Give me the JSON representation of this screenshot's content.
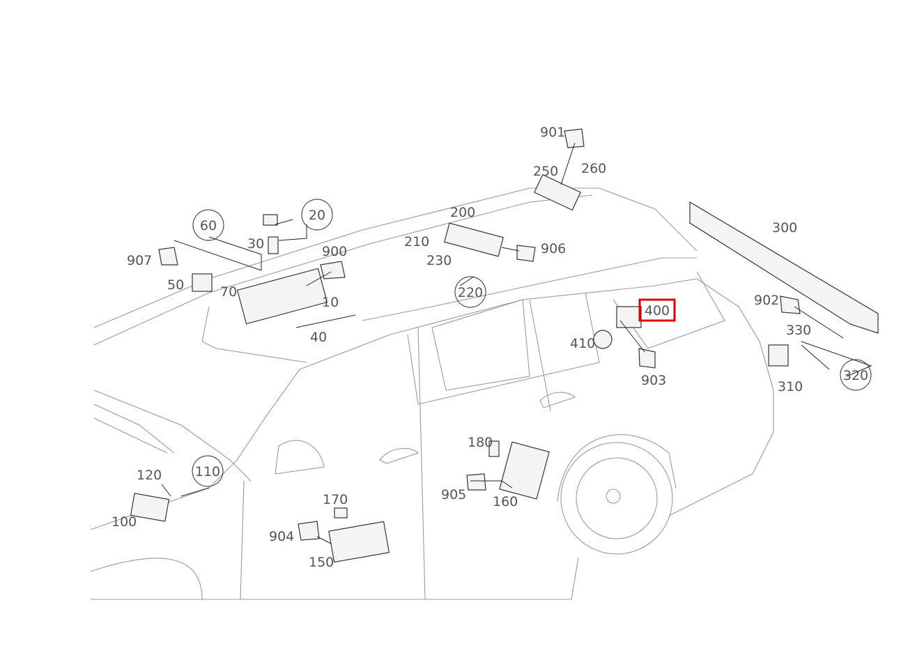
{
  "diagram": {
    "highlight_color": "#e00000",
    "callouts": [
      {
        "text": "901"
      },
      {
        "text": "250"
      },
      {
        "text": "260"
      },
      {
        "text": "300"
      },
      {
        "text": "200"
      },
      {
        "text": "210"
      },
      {
        "text": "906"
      },
      {
        "text": "230"
      },
      {
        "text": "220",
        "circled": true
      },
      {
        "text": "60",
        "circled": true
      },
      {
        "text": "20",
        "circled": true
      },
      {
        "text": "30"
      },
      {
        "text": "900"
      },
      {
        "text": "907"
      },
      {
        "text": "50"
      },
      {
        "text": "70"
      },
      {
        "text": "10"
      },
      {
        "text": "40"
      },
      {
        "text": "400",
        "highlighted": true
      },
      {
        "text": "410"
      },
      {
        "text": "903"
      },
      {
        "text": "902"
      },
      {
        "text": "330"
      },
      {
        "text": "320",
        "circled": true
      },
      {
        "text": "310"
      },
      {
        "text": "180"
      },
      {
        "text": "905"
      },
      {
        "text": "160"
      },
      {
        "text": "120"
      },
      {
        "text": "110",
        "circled": true
      },
      {
        "text": "100"
      },
      {
        "text": "170"
      },
      {
        "text": "904"
      },
      {
        "text": "150"
      }
    ]
  }
}
